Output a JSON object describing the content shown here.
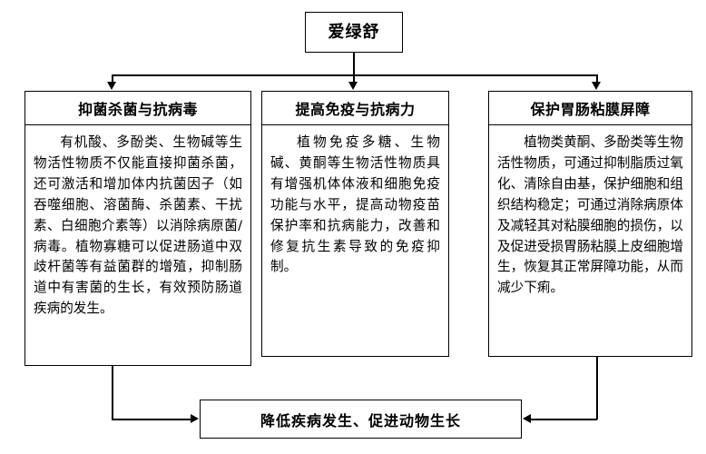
{
  "diagram": {
    "title_box": {
      "label": "爱绿舒"
    },
    "columns": [
      {
        "header": "抑菌杀菌与抗病毒",
        "body": "有机酸、多酚类、生物碱等生物活性物质不仅能直接抑菌杀菌，还可激活和增加体内抗菌因子（如吞噬细胞、溶菌酶、杀菌素、干扰素、白细胞介素等）以消除病原菌/病毒。植物寡糖可以促进肠道中双歧杆菌等有益菌群的增殖，抑制肠道中有害菌的生长，有效预防肠道疾病的发生。"
      },
      {
        "header": "提高免疫与抗病力",
        "body": "植物免疫多糖、生物碱、黄酮等生物活性物质具有增强机体体液和细胞免疫功能与水平，提高动物疫苗保护率和抗病能力，改善和修复抗生素导致的免疫抑制。"
      },
      {
        "header": "保护胃肠粘膜屏障",
        "body": "植物类黄酮、多酚类等生物活性物质，可通过抑制脂质过氧化、清除自由基，保护细胞和组织结构稳定；可通过消除病原体及减轻其对粘膜细胞的损伤，以及促进受损胃肠粘膜上皮细胞增生，恢复其正常屏障功能，从而减少下痢。"
      }
    ],
    "bottom_box": {
      "label": "降低疾病发生、促进动物生长"
    },
    "colors": {
      "line": "#000000",
      "background": "#ffffff",
      "text": "#000000"
    }
  }
}
